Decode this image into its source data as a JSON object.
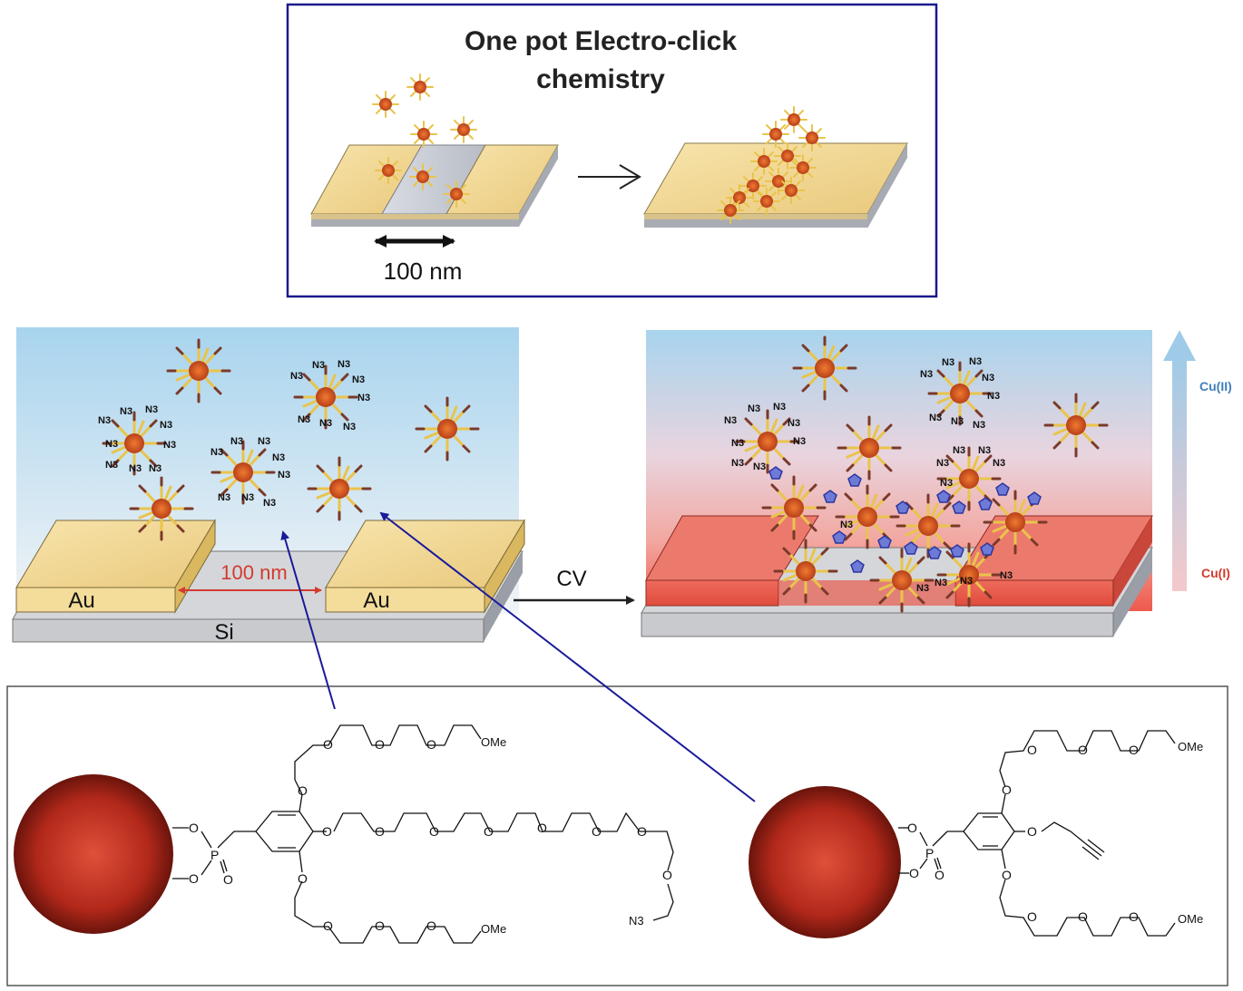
{
  "inset": {
    "title_line1": "One pot Electro-click",
    "title_line2": "chemistry",
    "gap_label": "100 nm"
  },
  "device": {
    "electrode_left": "Au",
    "electrode_right": "Au",
    "substrate": "Si",
    "gap_label": "100 nm",
    "process_label": "CV",
    "azide_label": "N3"
  },
  "gradient_scale": {
    "top_label": "Cu(II)",
    "bottom_label": "Cu(I)",
    "top_color": "#3f7fbf",
    "bottom_color": "#d23b2e"
  },
  "molecules": {
    "left_ome_top": "OMe",
    "left_ome_bottom": "OMe",
    "left_azide": "N3",
    "right_ome_top": "OMe",
    "right_ome_bottom": "OMe",
    "oxygen": "O",
    "phosphorus": "P"
  },
  "colors": {
    "inset_border": "#1a1a8c",
    "gold": "#f4dc9a",
    "nanoparticle": "#b22a18",
    "arrow_blue": "#1a1a9a"
  }
}
